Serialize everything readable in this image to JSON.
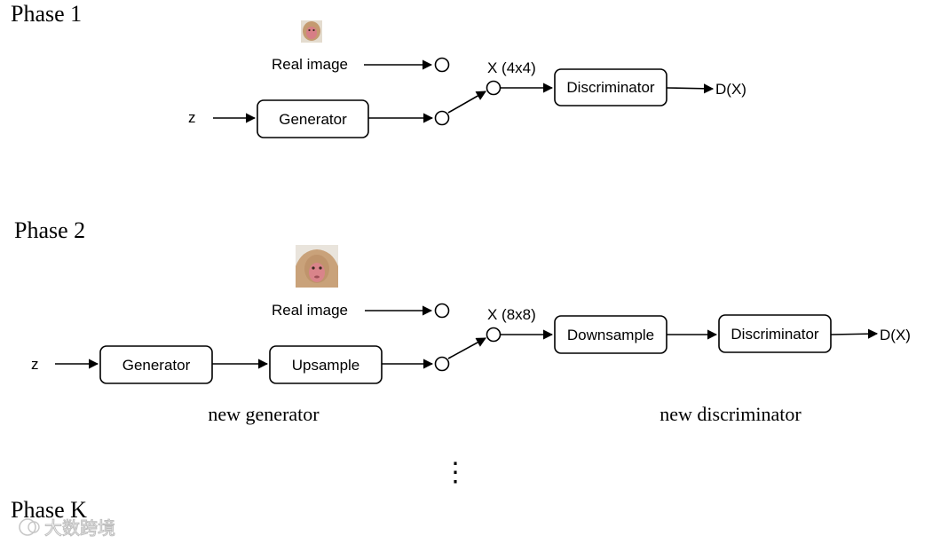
{
  "phase1": {
    "title": "Phase 1",
    "real_image": "Real image",
    "z": "z",
    "generator": "Generator",
    "x_label": "X (4x4)",
    "discriminator": "Discriminator",
    "output": "D(X)"
  },
  "phase2": {
    "title": "Phase 2",
    "real_image": "Real image",
    "z": "z",
    "generator": "Generator",
    "upsample": "Upsample",
    "x_label": "X (8x8)",
    "downsample": "Downsample",
    "discriminator": "Discriminator",
    "output": "D(X)",
    "new_generator": "new generator",
    "new_discriminator": "new discriminator"
  },
  "ellipsis": "⋮",
  "phaseK": {
    "title": "Phase K"
  },
  "watermark": "大数跨境",
  "colors": {
    "stroke": "#000000",
    "fur": "#c9a27a",
    "face": "#d9848a",
    "snow_bg": "#e9e4dc"
  }
}
